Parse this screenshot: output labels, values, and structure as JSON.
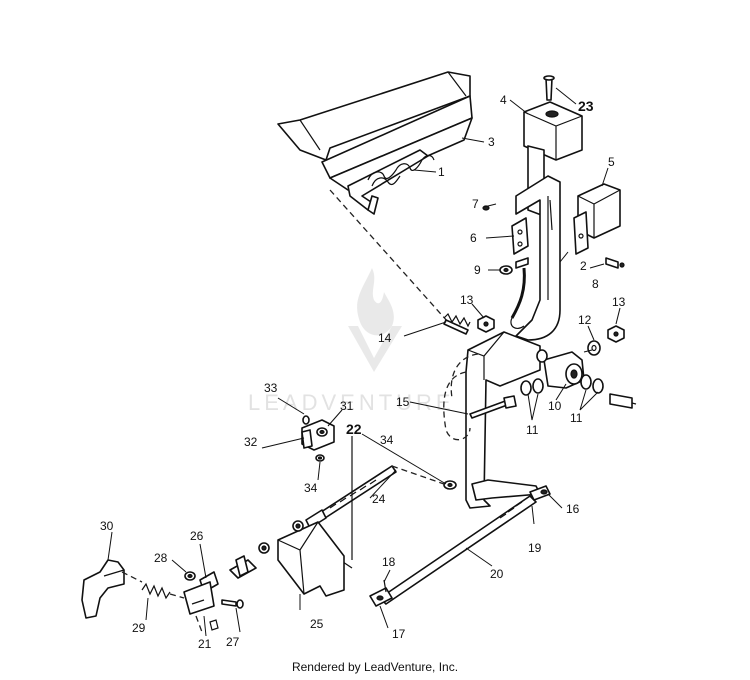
{
  "callouts": {
    "c1": "1",
    "c2": "2",
    "c3": "3",
    "c4": "4",
    "c5": "5",
    "c6": "6",
    "c7": "7",
    "c8": "8",
    "c9": "9",
    "c10": "10",
    "c11a": "11",
    "c11b": "11",
    "c12": "12",
    "c13a": "13",
    "c13b": "13",
    "c14": "14",
    "c15": "15",
    "c16": "16",
    "c17": "17",
    "c18": "18",
    "c19": "19",
    "c20": "20",
    "c21": "21",
    "c22": "22",
    "c23": "23",
    "c24": "24",
    "c25": "25",
    "c26": "26",
    "c27": "27",
    "c28": "28",
    "c29": "29",
    "c30": "30",
    "c31": "31",
    "c32": "32",
    "c33": "33",
    "c34a": "34",
    "c34b": "34"
  },
  "watermark": "LEADVENTURE",
  "footer": "Rendered by LeadVenture, Inc.",
  "colors": {
    "line": "#111111",
    "watermark": "#cfcfcf"
  }
}
